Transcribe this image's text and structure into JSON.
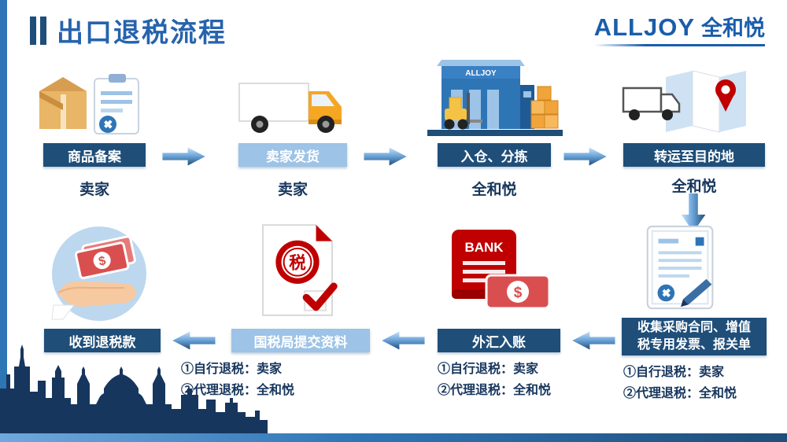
{
  "header": {
    "title": "出口退税流程",
    "logo_en": "ALLJOY",
    "logo_cn": "全和悦"
  },
  "top_steps": [
    {
      "label": "商品备案",
      "actor": "卖家"
    },
    {
      "label": "卖家发货",
      "actor": "卖家"
    },
    {
      "label": "入仓、分拣",
      "actor": "全和悦"
    },
    {
      "label": "转运至目的地",
      "actor": "全和悦"
    }
  ],
  "bottom_steps": [
    {
      "label": "收到退税款"
    },
    {
      "label": "国税局提交资料",
      "note1": "①自行退税：卖家",
      "note2": "②代理退税：全和悦"
    },
    {
      "label": "外汇入账",
      "note1": "①自行退税：卖家",
      "note2": "②代理退税：全和悦"
    },
    {
      "label_line1": "收集采购合同、增值",
      "label_line2": "税专用发票、报关单",
      "note1": "①自行退税：卖家",
      "note2": "②代理退税：全和悦"
    }
  ],
  "icon_text": {
    "warehouse_brand": "ALLJOY",
    "bank": "BANK",
    "tax": "税",
    "dollar": "$"
  },
  "colors": {
    "dark_label_bg": "#1f4e79",
    "light_label_bg": "#9dc3e6",
    "accent_blue": "#2663ae",
    "navy_text": "#17365d",
    "red": "#c00000",
    "orange": "#f5a623"
  }
}
